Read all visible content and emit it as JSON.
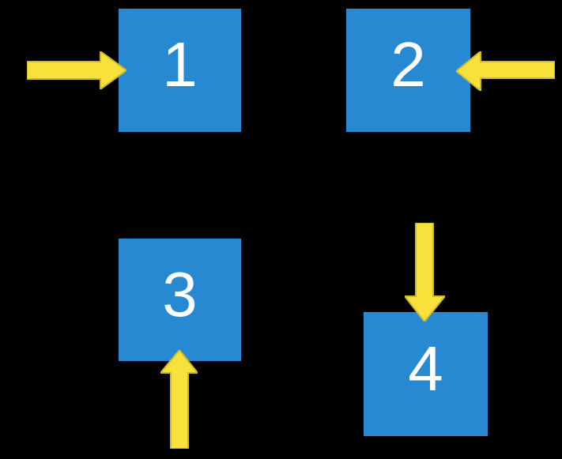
{
  "diagram": {
    "description": "Four numbered blue squares, each indicated by a yellow block arrow",
    "squares": [
      {
        "label": "1",
        "arrow_direction": "right",
        "arrow_side": "left"
      },
      {
        "label": "2",
        "arrow_direction": "left",
        "arrow_side": "right"
      },
      {
        "label": "3",
        "arrow_direction": "up",
        "arrow_side": "bottom"
      },
      {
        "label": "4",
        "arrow_direction": "down",
        "arrow_side": "top"
      }
    ]
  },
  "colors": {
    "background": "#000000",
    "square_fill": "#2789D1",
    "square_text": "#FFFFFF",
    "arrow_fill": "#F8E13B",
    "arrow_stroke": "#CDB92F"
  }
}
